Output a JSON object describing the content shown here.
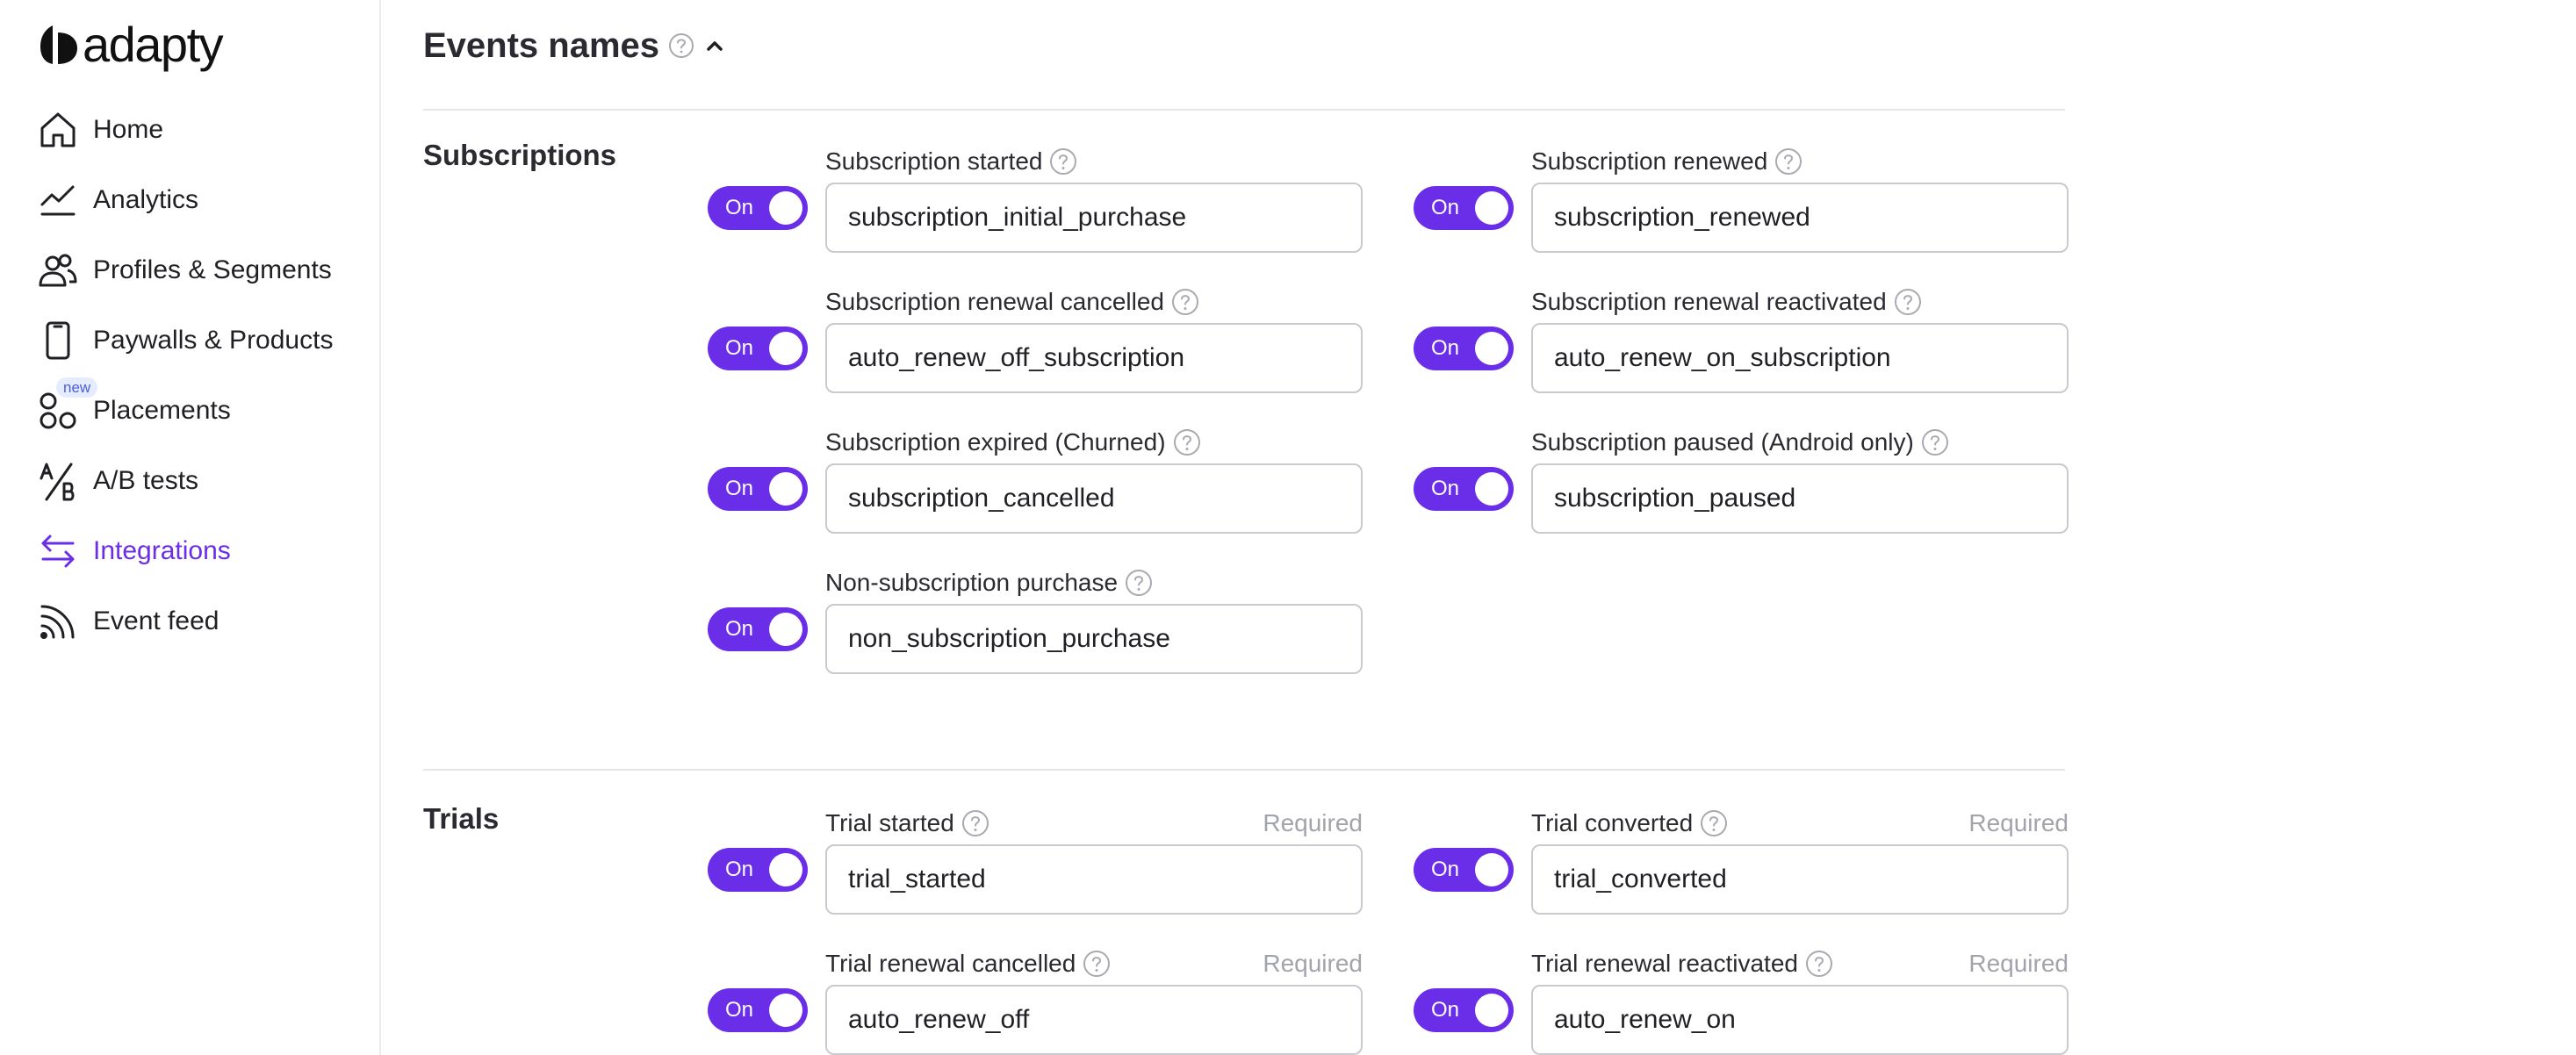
{
  "brand": {
    "name": "adapty",
    "accent": "#6a2ee8"
  },
  "sidebar": {
    "items": [
      {
        "label": "Home",
        "icon": "home-icon"
      },
      {
        "label": "Analytics",
        "icon": "analytics-icon"
      },
      {
        "label": "Profiles & Segments",
        "icon": "profiles-icon"
      },
      {
        "label": "Paywalls & Products",
        "icon": "phone-icon"
      },
      {
        "label": "Placements",
        "icon": "placements-icon",
        "badge": "new"
      },
      {
        "label": "A/B tests",
        "icon": "ab-tests-icon"
      },
      {
        "label": "Integrations",
        "icon": "integrations-icon",
        "active": true
      },
      {
        "label": "Event feed",
        "icon": "feed-icon"
      }
    ]
  },
  "main": {
    "section_title": "Events names",
    "groups": [
      {
        "title": "Subscriptions",
        "fields": [
          {
            "label": "Subscription started",
            "value": "subscription_initial_purchase",
            "toggle": "On"
          },
          {
            "label": "Subscription renewed",
            "value": "subscription_renewed",
            "toggle": "On"
          },
          {
            "label": "Subscription renewal cancelled",
            "value": "auto_renew_off_subscription",
            "toggle": "On"
          },
          {
            "label": "Subscription renewal reactivated",
            "value": "auto_renew_on_subscription",
            "toggle": "On"
          },
          {
            "label": "Subscription expired (Churned)",
            "value": "subscription_cancelled",
            "toggle": "On"
          },
          {
            "label": "Subscription paused (Android only)",
            "value": "subscription_paused",
            "toggle": "On"
          },
          {
            "label": "Non-subscription purchase",
            "value": "non_subscription_purchase",
            "toggle": "On"
          }
        ]
      },
      {
        "title": "Trials",
        "fields": [
          {
            "label": "Trial started",
            "value": "trial_started",
            "toggle": "On",
            "required": "Required"
          },
          {
            "label": "Trial converted",
            "value": "trial_converted",
            "toggle": "On",
            "required": "Required"
          },
          {
            "label": "Trial renewal cancelled",
            "value": "auto_renew_off",
            "toggle": "On",
            "required": "Required"
          },
          {
            "label": "Trial renewal reactivated",
            "value": "auto_renew_on",
            "toggle": "On",
            "required": "Required"
          }
        ]
      }
    ]
  }
}
